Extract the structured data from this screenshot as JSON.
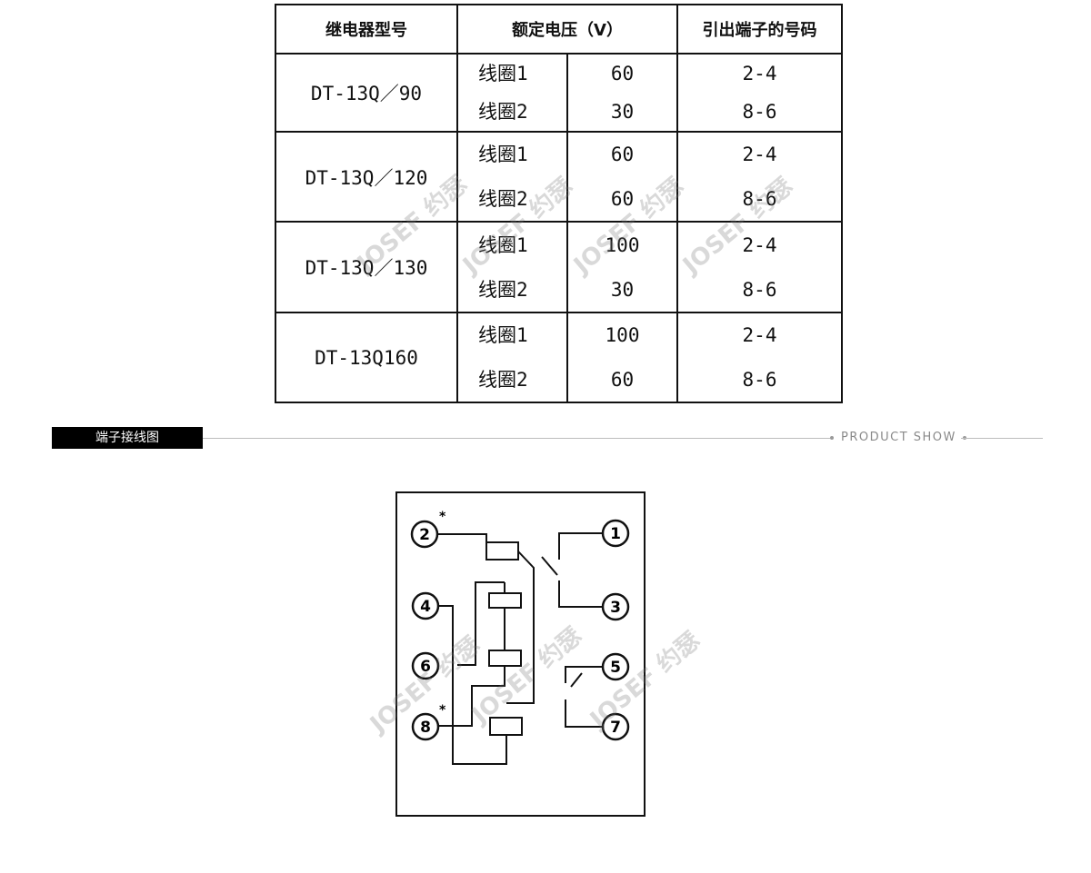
{
  "spec_table": {
    "headers": [
      "继电器型号",
      "额定电压（V）",
      "引出端子的号码"
    ],
    "rows": [
      {
        "model": "DT-13Q／90",
        "coils": [
          "线圈1",
          "线圈2"
        ],
        "voltages": [
          "60",
          "30"
        ],
        "terminals": [
          "2-4",
          "8-6"
        ]
      },
      {
        "model": "DT-13Q／120",
        "coils": [
          "线圈1",
          "线圈2"
        ],
        "voltages": [
          "60",
          "60"
        ],
        "terminals": [
          "2-4",
          "8-6"
        ]
      },
      {
        "model": "DT-13Q／130",
        "coils": [
          "线圈1",
          "线圈2"
        ],
        "voltages": [
          "100",
          "30"
        ],
        "terminals": [
          "2-4",
          "8-6"
        ]
      },
      {
        "model": "DT-13Q160",
        "coils": [
          "线圈1",
          "线圈2"
        ],
        "voltages": [
          "100",
          "60"
        ],
        "terminals": [
          "2-4",
          "8-6"
        ]
      }
    ]
  },
  "watermark": {
    "text": "JOSEF 约瑟"
  },
  "section": {
    "title": "端子接线图",
    "subtitle": "PRODUCT SHOW"
  },
  "diagram": {
    "terminals": {
      "t1": "1",
      "t2": "2",
      "t3": "3",
      "t4": "4",
      "t5": "5",
      "t6": "6",
      "t7": "7",
      "t8": "8"
    },
    "polarity_mark": "*"
  }
}
